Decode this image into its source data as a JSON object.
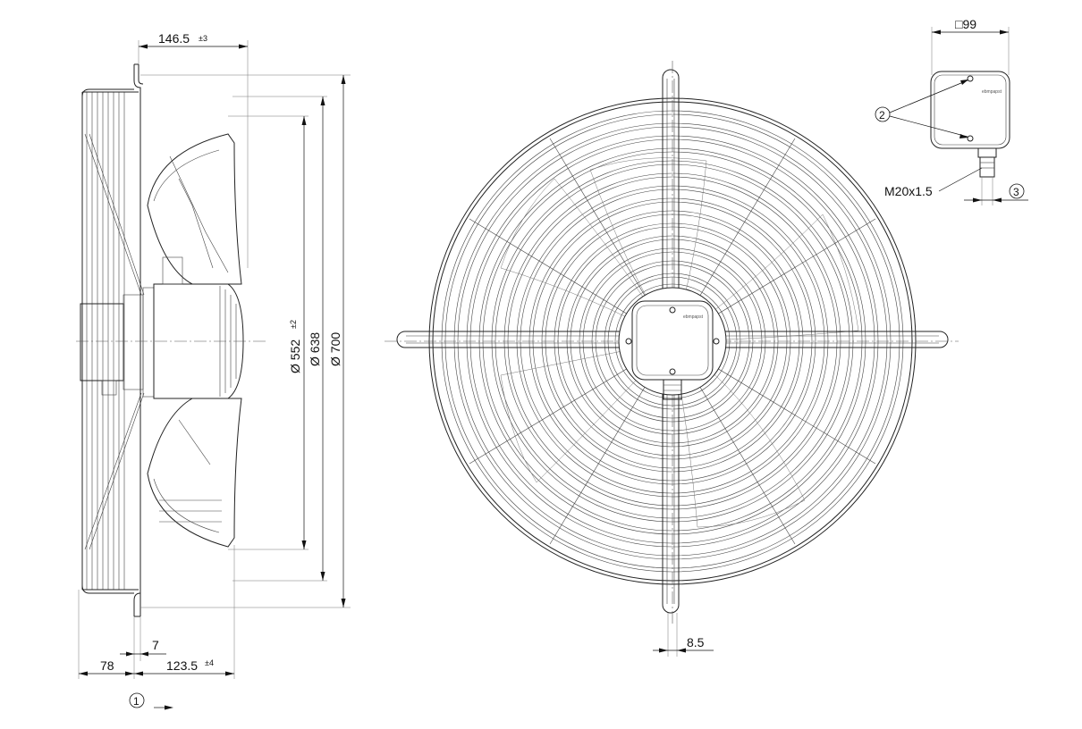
{
  "dimensions": {
    "top_depth": "146.5",
    "top_depth_tol": "±3",
    "dia_inner": "Ø 552",
    "dia_inner_tol": "±2",
    "dia_mid": "Ø 638",
    "dia_outer": "Ø 700",
    "flange_thickness": "7",
    "rear_offset": "78",
    "front_offset": "123.5",
    "front_offset_tol": "±4",
    "slot_width": "8.5",
    "terminal_box_size": "□99",
    "cable_gland": "M20x1.5"
  },
  "callouts": {
    "view_direction": "1",
    "screws": "2",
    "gland": "3"
  },
  "labels": {
    "brand_mark": "ebmpapst"
  }
}
